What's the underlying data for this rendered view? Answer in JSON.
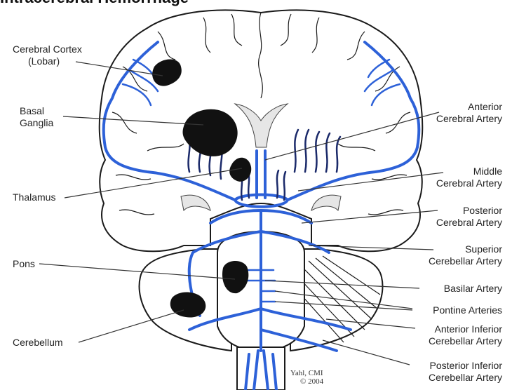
{
  "title": "Intracerebral Hemorrhage",
  "signature": {
    "line1": "Yahl, CMI",
    "line2": "© 2004"
  },
  "labels": {
    "cerebral_cortex": [
      "Cerebral Cortex",
      "(Lobar)"
    ],
    "basal_ganglia": [
      "Basal",
      "Ganglia"
    ],
    "thalamus": [
      "Thalamus"
    ],
    "pons": [
      "Pons"
    ],
    "cerebellum": [
      "Cerebellum"
    ],
    "anterior_cerebral_artery": [
      "Anterior",
      "Cerebral Artery"
    ],
    "middle_cerebral_artery": [
      "Middle",
      "Cerebral Artery"
    ],
    "posterior_cerebral_artery": [
      "Posterior",
      "Cerebral Artery"
    ],
    "superior_cerebellar_artery": [
      "Superior",
      "Cerebellar Artery"
    ],
    "basilar_artery": [
      "Basilar Artery"
    ],
    "pontine_arteries": [
      "Pontine Arteries"
    ],
    "anterior_inferior_cerebellar_artery": [
      "Anterior Inferior",
      "Cerebellar Artery"
    ],
    "posterior_inferior_cerebellar_artery": [
      "Posterior Inferior",
      "Cerebellar Artery"
    ]
  },
  "colors": {
    "artery": "#2d61d8",
    "hemorrhage": "#111111",
    "outline": "#1a1a1a"
  }
}
